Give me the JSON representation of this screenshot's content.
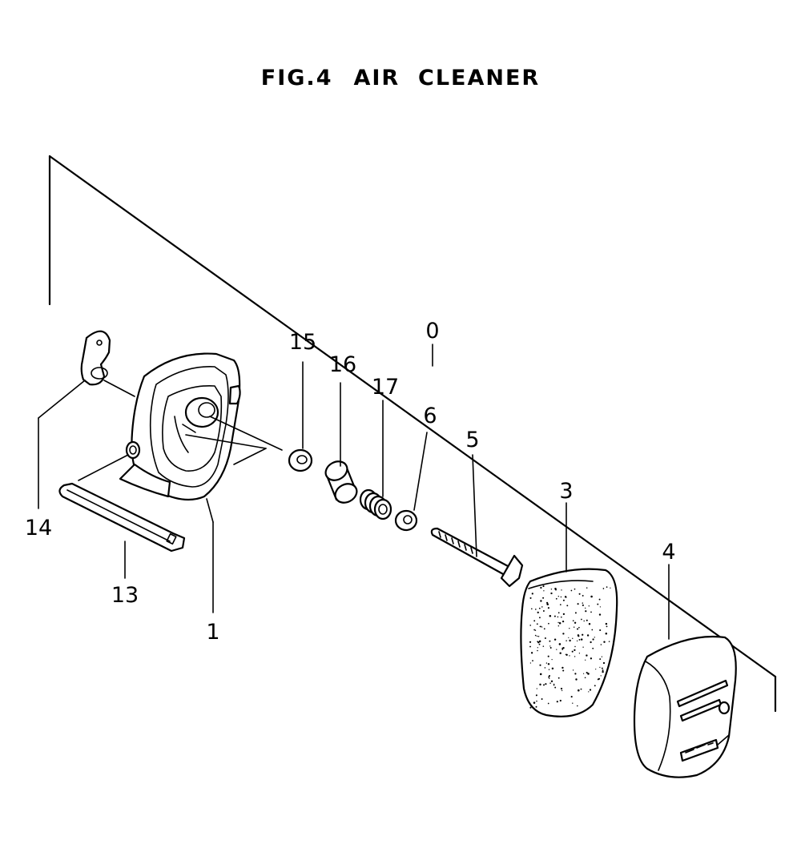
{
  "title": {
    "fig": "FIG.4",
    "name": "AIR  CLEANER"
  },
  "callouts": {
    "c0": "0",
    "c1": "1",
    "c3": "3",
    "c4": "4",
    "c5": "5",
    "c6": "6",
    "c13": "13",
    "c14": "14",
    "c15": "15",
    "c16": "16",
    "c17": "17"
  },
  "colors": {
    "ink": "#000000",
    "paper": "#ffffff"
  }
}
